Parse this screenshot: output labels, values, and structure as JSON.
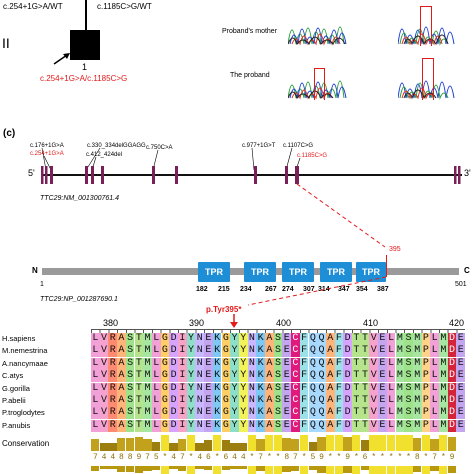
{
  "pedigree": {
    "generation": "II",
    "individual_number": "1",
    "top_genotype": "c.254+1G>A/WT",
    "top_genotype_b": "c.1185C>G/WT",
    "proband_genotype": "c.254+1G>A/c.1185C>G"
  },
  "sanger": {
    "mother_label": "Proband's mother",
    "proband_label": "The proband"
  },
  "panel_c": {
    "label": "(c)",
    "gene_variants": [
      "c.176+1G>A",
      "c.254+1G>A",
      "c.330_334delGGAGG",
      "c.412_424del",
      "c.750C>A",
      "c.977+1G>T",
      "c.1107C>G",
      "c.1185C>G"
    ],
    "five_prime": "5'",
    "three_prime": "3'",
    "transcript": "TTC29:NM_001300761.4",
    "protein": "TTC29:NP_001287690.1",
    "n_term": "N",
    "c_term": "C",
    "start": "1",
    "end": "501",
    "mark_395": "395",
    "tpr_label": "TPR",
    "tpr_domains": [
      {
        "start": "182",
        "end": "215"
      },
      {
        "start": "234",
        "end": "267"
      },
      {
        "start": "274",
        "end": "307"
      },
      {
        "start": "314",
        "end": "347"
      },
      {
        "start": "354",
        "end": "387"
      }
    ],
    "mutation_label": "p.Tyr395*",
    "ruler": [
      "380",
      "390",
      "400",
      "410",
      "420"
    ],
    "species": [
      "H.sapiens",
      "M.nemestrina",
      "A.nancymaae",
      "C.atys",
      "G.gorilla",
      "P.abelii",
      "P.troglodytes",
      "P.anubis"
    ],
    "alignment": "LVRASTMLGDIYNEKGYYNKASECFQQAFDTTVELMSMPLMDE",
    "conservation_label": "Conservation",
    "conservation_scores": "74488975*47*46*644*7**87*59**9*6*****8*7*9"
  },
  "colors": {
    "red": "#e21a1a",
    "tpr": "#1e8fd6",
    "gene_line": "#111111",
    "exon": "#7a1f5a",
    "conservation": "#c8a415"
  }
}
